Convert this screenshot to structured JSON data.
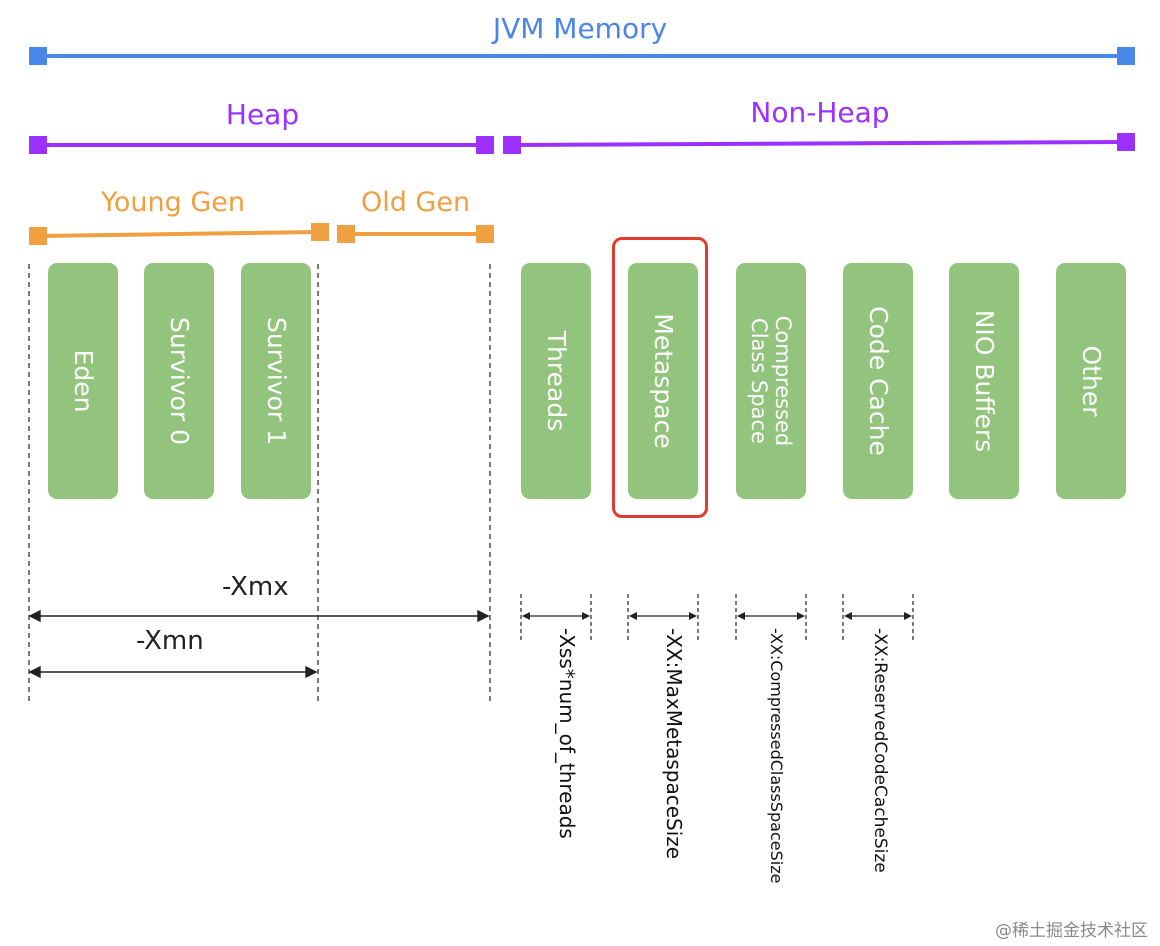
{
  "labels": {
    "jvm_memory": "JVM Memory",
    "heap": "Heap",
    "non_heap": "Non-Heap",
    "young_gen": "Young Gen",
    "old_gen": "Old Gen",
    "xmx": "-Xmx",
    "xmn": "-Xmn"
  },
  "heap_regions": [
    {
      "label": "Eden"
    },
    {
      "label": "Survivor 0"
    },
    {
      "label": "Survivor 1"
    }
  ],
  "non_heap_regions": [
    {
      "label": "Threads"
    },
    {
      "label": "Metaspace",
      "highlighted": true
    },
    {
      "label_line1": "Compressed",
      "label_line2": "Class Space"
    },
    {
      "label": "Code Cache"
    },
    {
      "label": "NIO Buffers"
    },
    {
      "label": "Other"
    }
  ],
  "flags": [
    {
      "label": "-Xss*num_of_threads"
    },
    {
      "label": "-XX:MaxMetaspaceSize"
    },
    {
      "label": "-XX:CompressedClassSpaceSize"
    },
    {
      "label": "-XX:ReservedCodeCacheSize"
    }
  ],
  "colors": {
    "jvm": "#4a86e8",
    "heap": "#9b30ff",
    "gen": "#f0a040",
    "region": "#93c47d",
    "highlight": "#e03c2e"
  },
  "watermark": "@稀土掘金技术社区"
}
